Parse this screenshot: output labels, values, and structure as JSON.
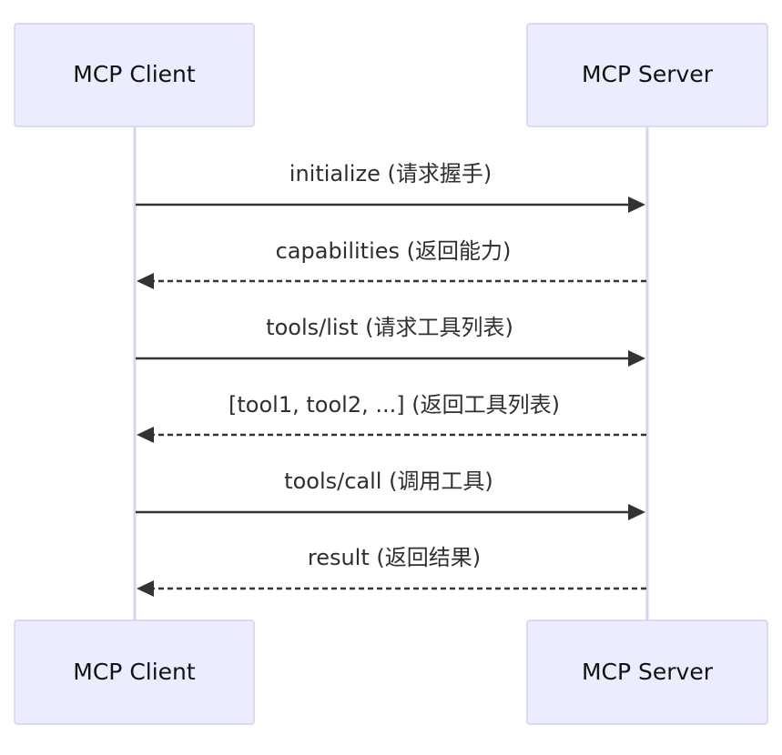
{
  "participants": {
    "client": {
      "label": "MCP Client"
    },
    "server": {
      "label": "MCP Server"
    }
  },
  "messages": [
    {
      "label": "initialize (请求握手)",
      "from": "client",
      "to": "server",
      "style": "solid"
    },
    {
      "label": "capabilities (返回能力)",
      "from": "server",
      "to": "client",
      "style": "dashed"
    },
    {
      "label": "tools/list (请求工具列表)",
      "from": "client",
      "to": "server",
      "style": "solid"
    },
    {
      "label": "[tool1, tool2, ...] (返回工具列表)",
      "from": "server",
      "to": "client",
      "style": "dashed"
    },
    {
      "label": "tools/call (调用工具)",
      "from": "client",
      "to": "server",
      "style": "solid"
    },
    {
      "label": "result (返回结果)",
      "from": "server",
      "to": "client",
      "style": "dashed"
    }
  ],
  "colors": {
    "actor_fill": "#ececff",
    "actor_border": "#d4d0f2",
    "lifeline": "#d8d2f3",
    "arrow": "#333333"
  }
}
